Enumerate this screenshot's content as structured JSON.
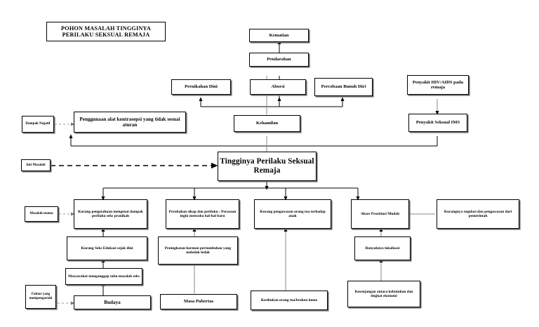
{
  "diagram": {
    "title": "POHON MASALAH TINGGINYA PERILAKU SEKSUAL REMAJA",
    "core_problem": "Tingginya Perilaku Seksual Remaja",
    "side_labels": {
      "dampak_negatif": "Dampak Negatif",
      "inti_masalah": "Inti Masalah",
      "masalah_utama": "Masalah utama",
      "faktor": "Faktor yang mempengaruhi"
    },
    "effects": {
      "kematian": "Kematian",
      "pendarahan": "Pendarahan",
      "pernikahan_dini": "Pernikahan Dini",
      "aborsi": "Aborsi",
      "percobaan_bunuh_diri": "Percobaan Bunuh Diri",
      "hiv_aids": "Penyakit HIV/AIDS pada remaja",
      "penyakit_seksual": "Penyakit Seksual IMS",
      "kontrasepsi": "Penggunaan alat kontrasepsi yang tidak sesuai aturan",
      "kehamilan": "Kehamilan"
    },
    "causes_main": {
      "kurang_pengetahuan": "Kurang pengetahuan mengenai dampak perilaku seks pranikah",
      "perubahan_sikap": "Perubahan sikap dan perilaku : Perasaan ingin mencoba hal-hal baru",
      "kurang_pengawasan": "Kurang pengawasan orang tua terhadap anak",
      "akses_prostitusi": "Akses Prostitusi Mudah",
      "kurang_regulasi": "Kurangnya regulasi dan pengawasan dari pemerintah"
    },
    "causes_second": {
      "kurang_seks_edukasi": "Kurang Seks Edukasi sejak dini",
      "peningkatan_hormon": "Peningkatan hormon pertumbuhan yang meledak-ledak",
      "banyaknya_lokalisasi": "Banyaknya lokalisasi"
    },
    "causes_third": {
      "masyarakat_tabu": "Masyarakat menganggap tabu masalah seks"
    },
    "causes_root": {
      "budaya": "Budaya",
      "masa_pubertas": "Masa Pubertas",
      "kesibukan_ortu": "Kesibukan orang tua/broken home",
      "kesenjangan_ekonomi": "Kesenjangan antara kebutuhan dan tingkat ekonomi"
    }
  }
}
